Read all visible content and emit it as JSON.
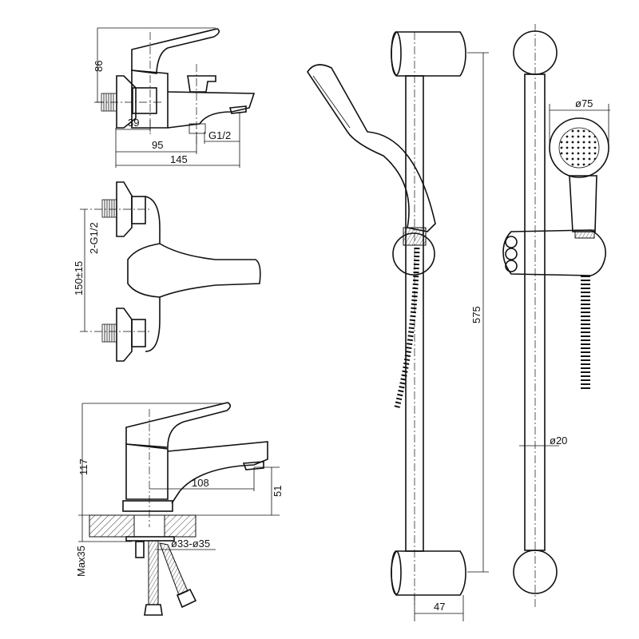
{
  "bath_mixer": {
    "height": "86",
    "dim_39": "39",
    "dim_95": "95",
    "width": "145",
    "outlet_thread": "G1/2"
  },
  "wall_mixer_top_view": {
    "inlet_threads": "2-G1/2",
    "centers": "150±15"
  },
  "basin_mixer": {
    "height": "117",
    "spout_reach": "108",
    "spout_height": "51",
    "max_thickness": "Max35",
    "hole_diameter": "ø33-ø35"
  },
  "shower_rail": {
    "length": "575",
    "projection": "47",
    "head_diameter": "ø75",
    "rail_diameter": "ø20"
  }
}
